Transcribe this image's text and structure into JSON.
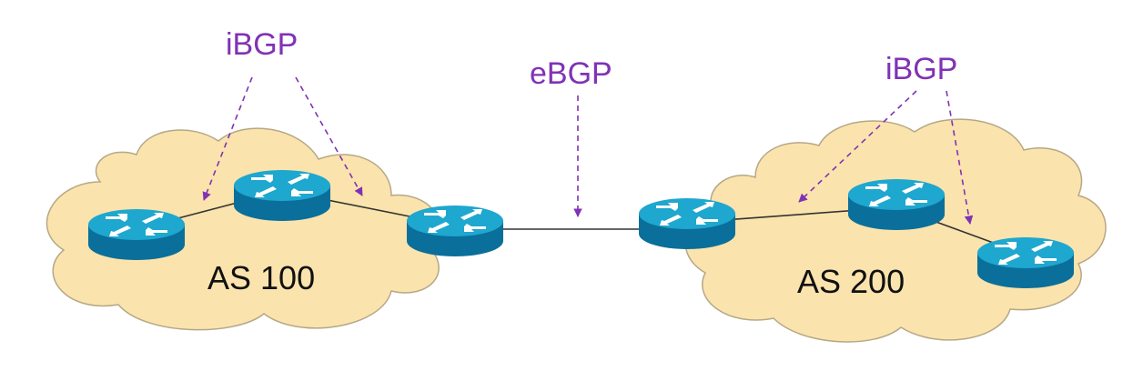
{
  "colors": {
    "cloud_fill": "#fbe3ad",
    "cloud_stroke": "#b5a886",
    "router_top": "#1ea7cf",
    "router_side": "#0a6f9a",
    "router_arrow": "#ffffff",
    "link": "#333333",
    "annotation": "#8032b4",
    "as_text": "#111111"
  },
  "labels": {
    "ibgp_left": "iBGP",
    "ebgp": "eBGP",
    "ibgp_right": "iBGP",
    "as_left": "AS 100",
    "as_right": "AS 200"
  },
  "icons": {
    "router": "router-icon",
    "cloud": "cloud-shape"
  }
}
